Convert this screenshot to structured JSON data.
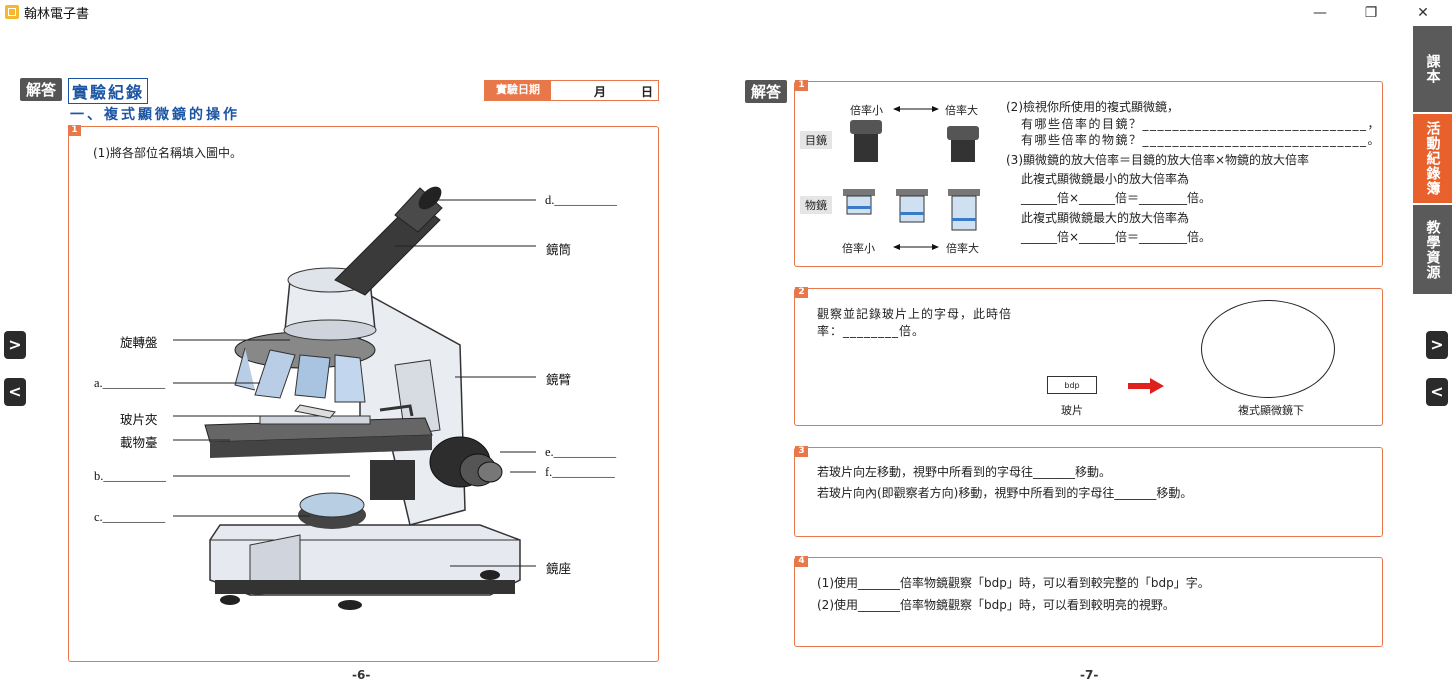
{
  "window": {
    "title": "翰林電子書",
    "minimize": "—",
    "restore": "❐",
    "close": "✕"
  },
  "nav": {
    "next": ">",
    "prev": "<"
  },
  "tabs": {
    "textbook": "課本",
    "activity": "活動紀錄簿",
    "resources": "教學資源"
  },
  "left": {
    "answer_tag": "解答",
    "section_title": "實驗紀錄",
    "date_label": "實驗日期",
    "month": "月",
    "day": "日",
    "subtitle": "一、複式顯微鏡的操作",
    "box_num": "1",
    "instruction": "(1)將各部位名稱填入圖中。",
    "labels": {
      "d": "d.__________",
      "tube": "鏡筒",
      "turret": "旋轉盤",
      "a": "a.__________",
      "arm": "鏡臂",
      "clip": "玻片夾",
      "stage": "載物臺",
      "e": "e.__________",
      "f": "f.__________",
      "b": "b.__________",
      "c": "c.__________",
      "base": "鏡座"
    },
    "page": "-6-"
  },
  "right": {
    "answer_tag": "解答",
    "b1": {
      "num": "1",
      "low": "倍率小",
      "high": "倍率大",
      "eyepiece": "目鏡",
      "objective": "物鏡",
      "q2": "(2)檢視你所使用的複式顯微鏡，",
      "q2a": "有哪些倍率的目鏡？______________________________，",
      "q2b": "有哪些倍率的物鏡？______________________________。",
      "q3": "(3)顯微鏡的放大倍率＝目鏡的放大倍率×物鏡的放大倍率",
      "q3a": "此複式顯微鏡最小的放大倍率為",
      "q3b": "______倍×______倍＝________倍。",
      "q3c": "此複式顯微鏡最大的放大倍率為",
      "q3d": "______倍×______倍＝________倍。"
    },
    "b2": {
      "num": "2",
      "line1": "觀察並記錄玻片上的字母，此時倍",
      "line2": "率：________倍。",
      "slide_text": "bdp",
      "slide_label": "玻片",
      "view_label": "複式顯微鏡下"
    },
    "b3": {
      "num": "3",
      "line1": "若玻片向左移動，視野中所看到的字母往_______移動。",
      "line2": "若玻片向內(即觀察者方向)移動，視野中所看到的字母往_______移動。"
    },
    "b4": {
      "num": "4",
      "line1": "(1)使用_______倍率物鏡觀察「bdp」時，可以看到較完整的「bdp」字。",
      "line2": "(2)使用_______倍率物鏡觀察「bdp」時，可以看到較明亮的視野。"
    },
    "page": "-7-"
  },
  "colors": {
    "accent": "#e8774a",
    "title_blue": "#1b55a3",
    "tab_gray": "#5a5a5a",
    "tab_orange": "#e8612c"
  }
}
